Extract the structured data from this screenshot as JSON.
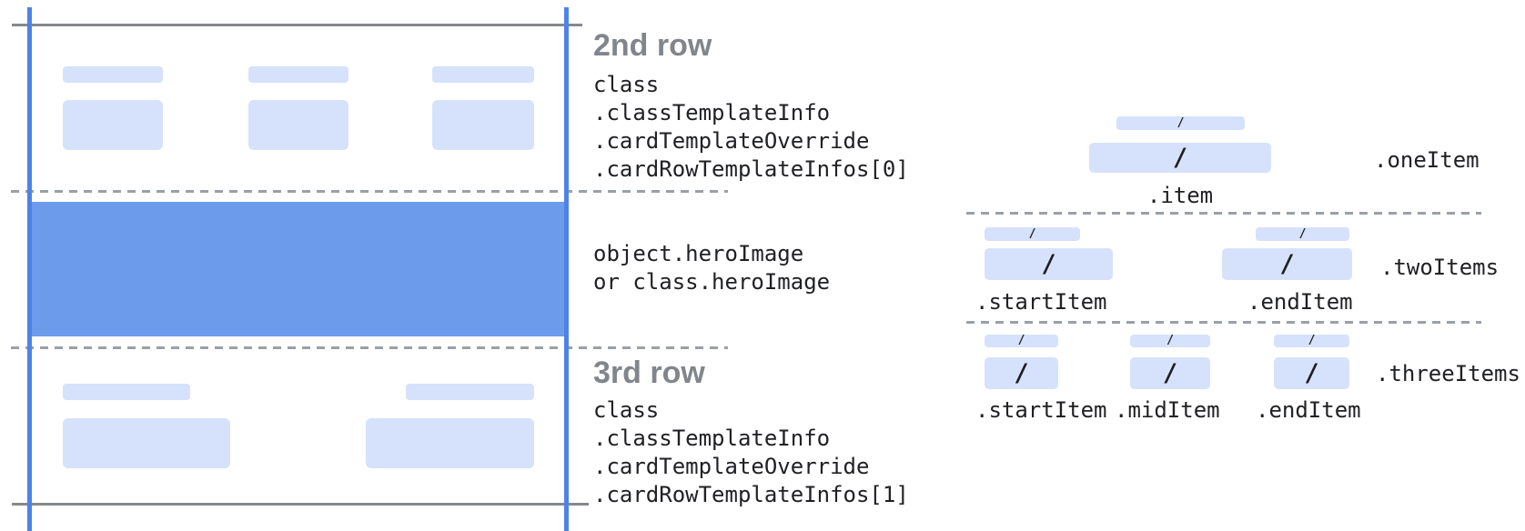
{
  "colors": {
    "guide_line_blue": "#4d83e8",
    "hero_blue": "#6d9beb",
    "placeholder_blue": "#d6e2fb",
    "solid_line_gray": "#85898d",
    "dashed_line_gray": "#9aa0a6",
    "heading_gray": "#80868b",
    "code_text": "#202124"
  },
  "glyphs": {
    "slash": "/"
  },
  "annotations": {
    "second_row": {
      "title": "2nd row",
      "lines": [
        "class",
        ".classTemplateInfo",
        ".cardTemplateOverride",
        ".cardRowTemplateInfos[0]"
      ]
    },
    "hero_image": {
      "lines": [
        "object.heroImage",
        "or class.heroImage"
      ]
    },
    "third_row": {
      "title": "3rd row",
      "lines": [
        "class",
        ".classTemplateInfo",
        ".cardTemplateOverride",
        ".cardRowTemplateInfos[1]"
      ]
    }
  },
  "templates": {
    "one_item": {
      "row_label": ".oneItem",
      "item_labels": [
        ".item"
      ]
    },
    "two_items": {
      "row_label": ".twoItems",
      "item_labels": [
        ".startItem",
        ".endItem"
      ]
    },
    "three_items": {
      "row_label": ".threeItems",
      "item_labels": [
        ".startItem",
        ".midItem",
        ".endItem"
      ]
    }
  }
}
